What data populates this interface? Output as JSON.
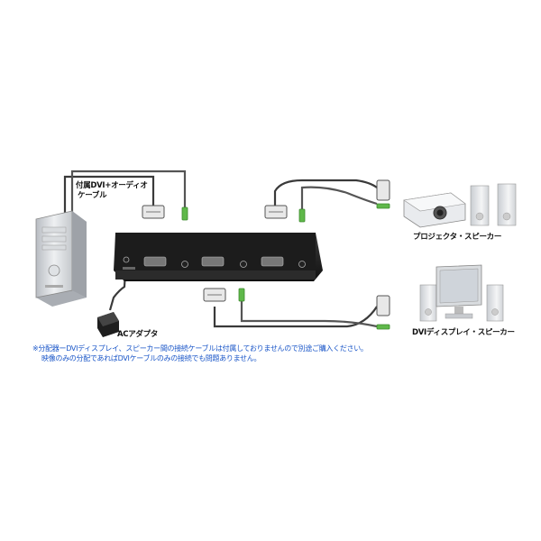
{
  "labels": {
    "cable_line1": "付属DVI+オーディオ",
    "cable_line2": "ケーブル",
    "ac_adapter": "ACアダプタ",
    "projector_speaker": "プロジェクタ・スピーカー",
    "display_speaker": "DVIディスプレイ・スピーカー"
  },
  "notes": {
    "line1": "※分配器ーDVIディスプレイ、スピーカー間の接続ケーブルは付属しておりませんので別途ご購入ください。",
    "line2": "映像のみの分配であればDVIケーブルのみの接続でも問題ありません。"
  },
  "colors": {
    "cable": "#3a3a3a",
    "audio_plug": "#5fb84a",
    "device_body": "#1c1c1c",
    "note_text": "#1a56c8"
  }
}
